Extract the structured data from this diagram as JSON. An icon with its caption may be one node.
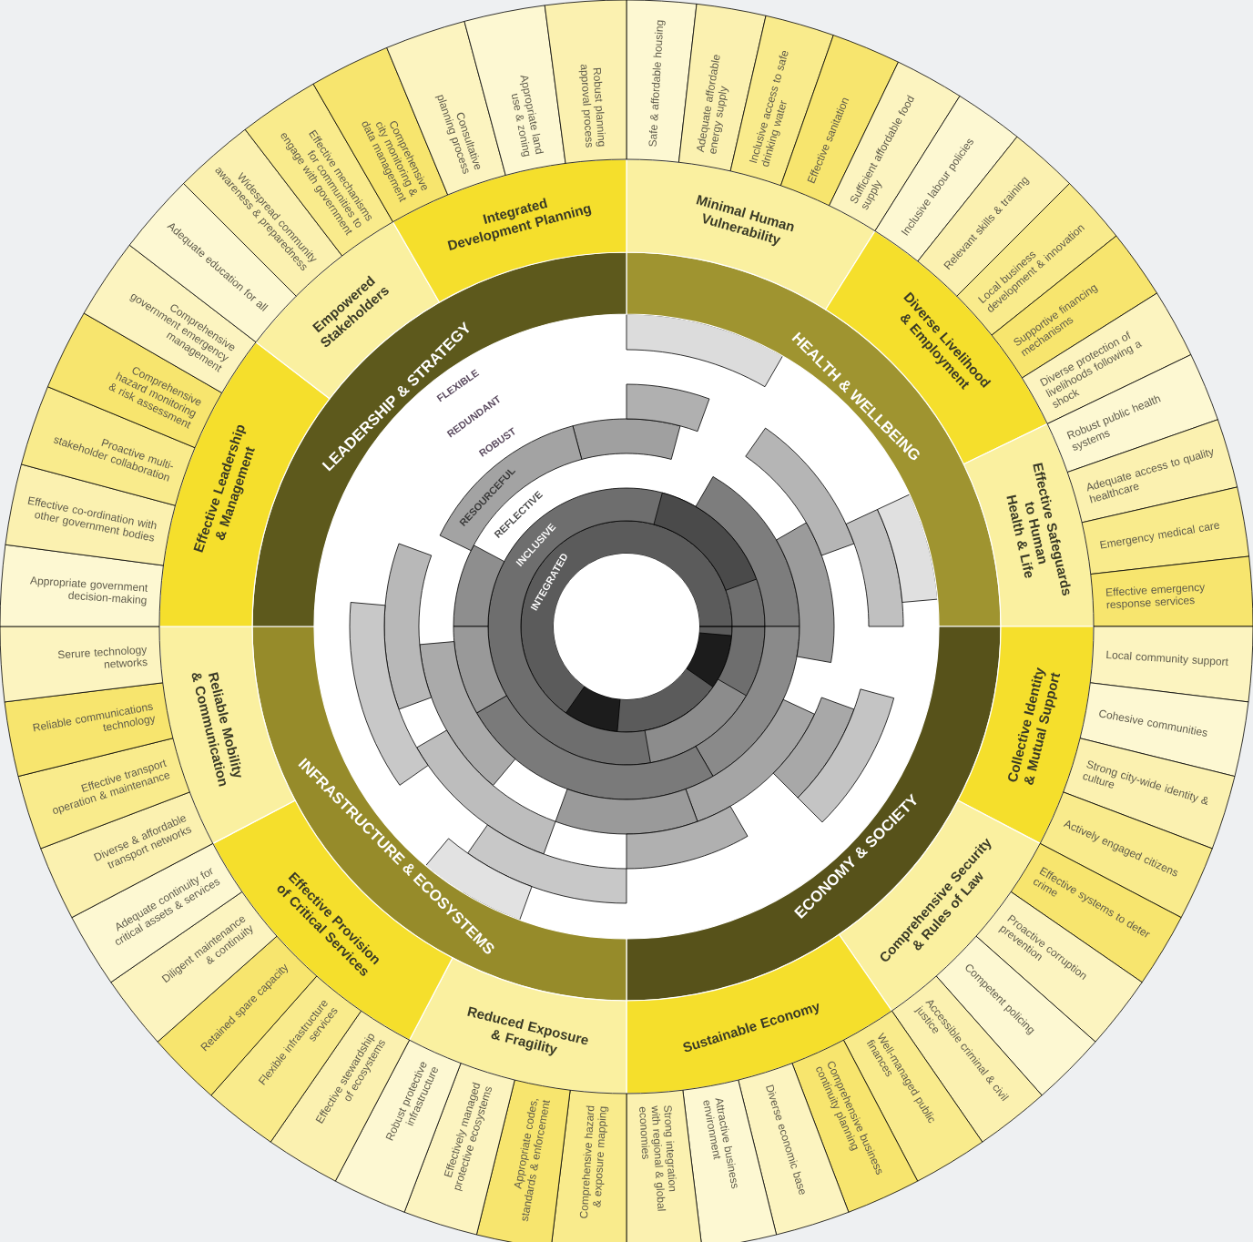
{
  "diagram": {
    "nodes": [
      {
        "text": [
          "HEALTH & WELLBEING"
        ]
      },
      {
        "text": [
          "ECONOMY & SOCIETY"
        ]
      },
      {
        "text": [
          "INFRASTRUCTURE & ECOSYSTEMS"
        ]
      },
      {
        "text": [
          "LEADERSHIP & STRATEGY"
        ]
      },
      {
        "text": [
          "Minimal Human Vulnerability"
        ]
      },
      {
        "text": [
          "Diverse Livelihood & Employment"
        ]
      },
      {
        "text": [
          "Effective Safeguards to Human Health & Life"
        ]
      },
      {
        "text": [
          "Collective Identity & Mutual Support"
        ]
      },
      {
        "text": [
          "Comprehensive Security & Rules of Law"
        ]
      },
      {
        "text": [
          "Sustainable Economy"
        ]
      },
      {
        "text": [
          "Reduced Exposure & Fragility"
        ]
      },
      {
        "text": [
          "Effective Provision of Critical Services"
        ]
      },
      {
        "text": [
          "Reliable Mobility & Communication"
        ]
      },
      {
        "text": [
          "Effective Leadership & Management"
        ]
      },
      {
        "text": [
          "Empowered Stakeholders"
        ]
      },
      {
        "text": [
          "Integrated Development Planning"
        ]
      },
      {
        "text": [
          "Safe & affordable housing"
        ]
      },
      {
        "text": [
          "Adequate affordable energy supply"
        ]
      },
      {
        "text": [
          "Inclusive access to safe drinking water"
        ]
      },
      {
        "text": [
          "Effective sanitation"
        ]
      },
      {
        "text": [
          "Sufficient affordable food supply"
        ]
      },
      {
        "text": [
          "Inclusive labour policies"
        ]
      },
      {
        "text": [
          "Relevant skills & training"
        ]
      },
      {
        "text": [
          "Local business development & innovation"
        ]
      },
      {
        "text": [
          "Supportive financing mechanisms"
        ]
      },
      {
        "text": [
          "Diverse protection of livelihoods following a shock"
        ]
      },
      {
        "text": [
          "Robust public health systems"
        ]
      },
      {
        "text": [
          "Adequate access to quality healthcare"
        ]
      },
      {
        "text": [
          "Emergency medical care"
        ]
      },
      {
        "text": [
          "Effective emergency response services"
        ]
      },
      {
        "text": [
          "Local community support"
        ]
      },
      {
        "text": [
          "Cohesive communities"
        ]
      },
      {
        "text": [
          "Strong city-wide identity & culture"
        ]
      },
      {
        "text": [
          "Actively engaged citizens"
        ]
      },
      {
        "text": [
          "Effective systems to deter crime"
        ]
      },
      {
        "text": [
          "Proactive corruption prevention"
        ]
      },
      {
        "text": [
          "Competent policing"
        ]
      },
      {
        "text": [
          "Accessible criminal & civil justice"
        ]
      },
      {
        "text": [
          "Well-managed public finances"
        ]
      },
      {
        "text": [
          "Comprehensive business continuity planning"
        ]
      },
      {
        "text": [
          "Diverse economic base"
        ]
      },
      {
        "text": [
          "Attractive business environment"
        ]
      },
      {
        "text": [
          "Strong integration with regional & global economies"
        ]
      },
      {
        "text": [
          "Comprehensive hazard & exposure mapping"
        ]
      },
      {
        "text": [
          "Appropriate codes, standards & enforcement"
        ]
      },
      {
        "text": [
          "Effectively managed protective ecosystems"
        ]
      },
      {
        "text": [
          "Robust protective infrastructure"
        ]
      },
      {
        "text": [
          "Effective stewardship of ecosystems"
        ]
      },
      {
        "text": [
          "Flexible infrastructure services"
        ]
      },
      {
        "text": [
          "Retained spare capacity"
        ]
      },
      {
        "text": [
          "Diligent maintenance & continuity"
        ]
      },
      {
        "text": [
          "Adequate continuity for critical assets & services"
        ]
      },
      {
        "text": [
          "Diverse & affordable transport networks"
        ]
      },
      {
        "text": [
          "Effective transport operation & maintenance"
        ]
      },
      {
        "text": [
          "Reliable communications technology"
        ]
      },
      {
        "text": [
          "Serure technology networks"
        ]
      },
      {
        "text": [
          "Appropriate government decision-making"
        ]
      },
      {
        "text": [
          "Effective co-ordination with other government bodies"
        ]
      },
      {
        "text": [
          "Proactive multi-stakeholder collaboration"
        ]
      },
      {
        "text": [
          "Comprehensive hazard monitoring & risk assessment"
        ]
      },
      {
        "text": [
          "Comprehensive government emergency management"
        ]
      },
      {
        "text": [
          "Adequate education for all"
        ]
      },
      {
        "text": [
          "Widespread community awareness & preparedness"
        ]
      },
      {
        "text": [
          "Effective mechanisms for communities to engage with government"
        ]
      },
      {
        "text": [
          "Comprehensive city monitoring & data management"
        ]
      },
      {
        "text": [
          "Consultative planning process"
        ]
      },
      {
        "text": [
          "Appropriate land use & zoning"
        ]
      },
      {
        "text": [
          "Robust planning approval process"
        ]
      }
    ],
    "labels": [
      "FLEXIBLE",
      "REDUNDANT",
      "ROBUST",
      "RESOURCEFUL",
      "REFLECTIVE",
      "INCLUSIVE",
      "INTEGRATED"
    ]
  }
}
